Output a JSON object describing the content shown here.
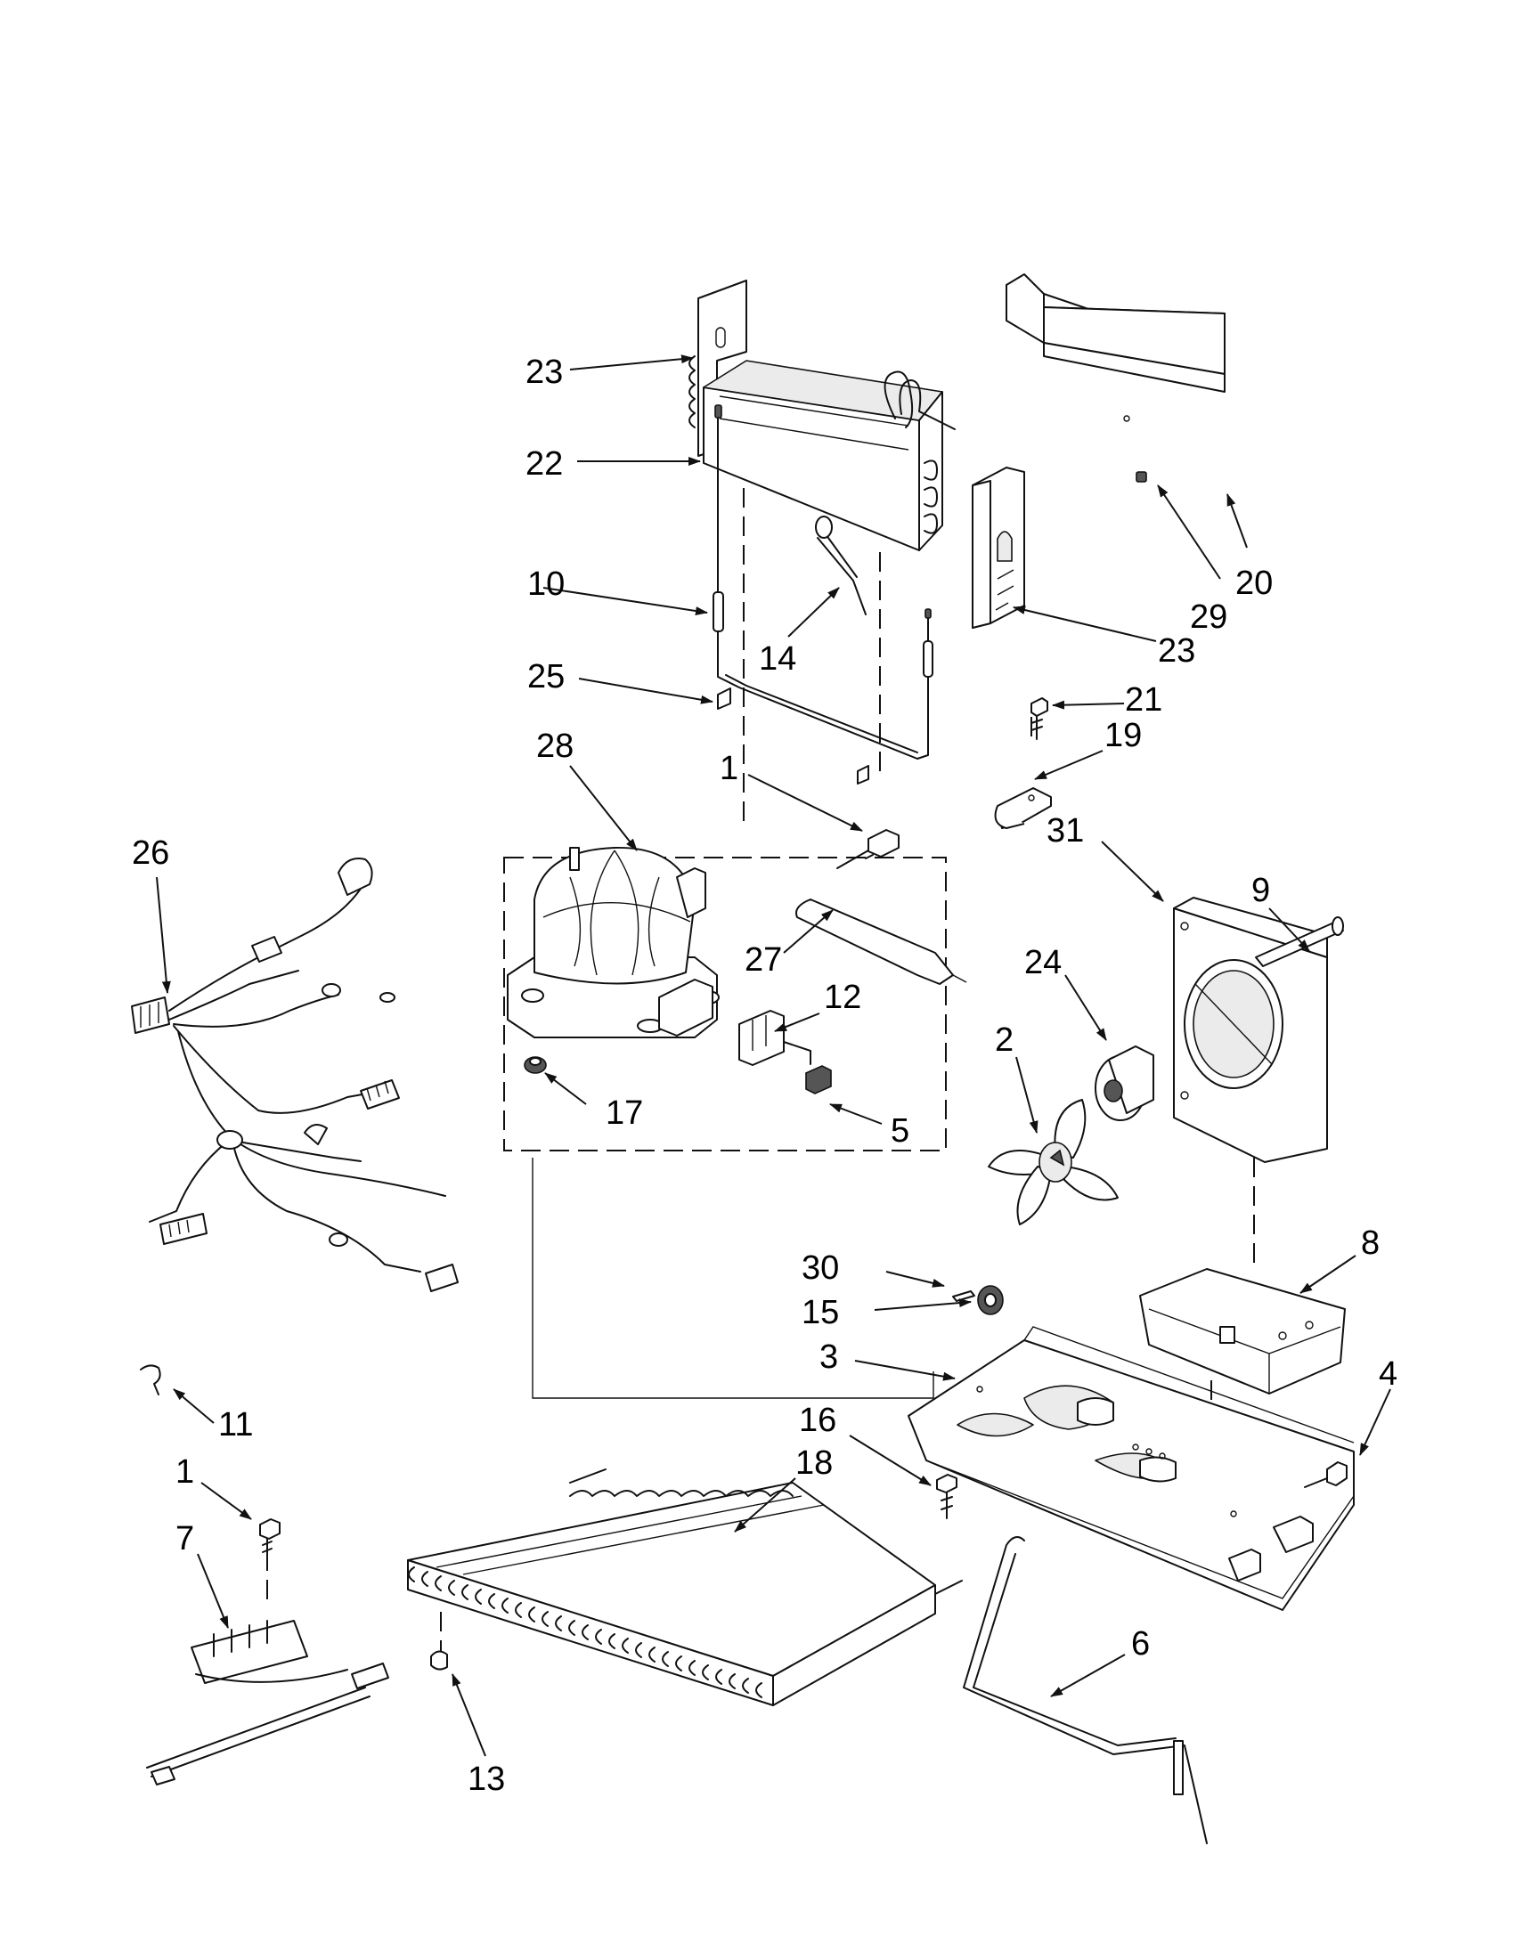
{
  "callouts": [
    {
      "id": "c23a",
      "text": "23"
    },
    {
      "id": "c22",
      "text": "22"
    },
    {
      "id": "c10",
      "text": "10"
    },
    {
      "id": "c14",
      "text": "14"
    },
    {
      "id": "c25",
      "text": "25"
    },
    {
      "id": "c28",
      "text": "28"
    },
    {
      "id": "c1a",
      "text": "1"
    },
    {
      "id": "c20",
      "text": "20"
    },
    {
      "id": "c29",
      "text": "29"
    },
    {
      "id": "c23b",
      "text": "23"
    },
    {
      "id": "c21",
      "text": "21"
    },
    {
      "id": "c19",
      "text": "19"
    },
    {
      "id": "c26",
      "text": "26"
    },
    {
      "id": "c27",
      "text": "27"
    },
    {
      "id": "c12",
      "text": "12"
    },
    {
      "id": "c17",
      "text": "17"
    },
    {
      "id": "c5",
      "text": "5"
    },
    {
      "id": "c31",
      "text": "31"
    },
    {
      "id": "c9",
      "text": "9"
    },
    {
      "id": "c24",
      "text": "24"
    },
    {
      "id": "c2",
      "text": "2"
    },
    {
      "id": "c30",
      "text": "30"
    },
    {
      "id": "c8",
      "text": "8"
    },
    {
      "id": "c15",
      "text": "15"
    },
    {
      "id": "c3",
      "text": "3"
    },
    {
      "id": "c4",
      "text": "4"
    },
    {
      "id": "c11",
      "text": "11"
    },
    {
      "id": "c16",
      "text": "16"
    },
    {
      "id": "c18",
      "text": "18"
    },
    {
      "id": "c1b",
      "text": "1"
    },
    {
      "id": "c7",
      "text": "7"
    },
    {
      "id": "c6",
      "text": "6"
    },
    {
      "id": "c13",
      "text": "13"
    }
  ]
}
